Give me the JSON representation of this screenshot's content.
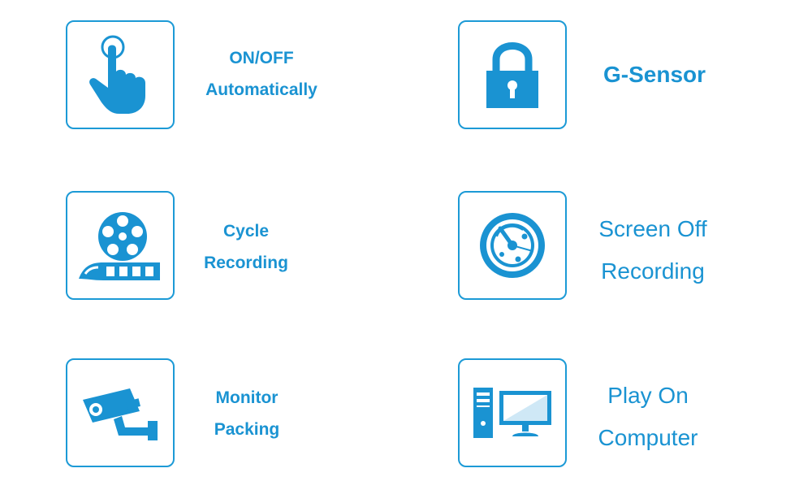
{
  "features": [
    {
      "icon": "touch-finger-icon",
      "label_lines": [
        "ON/OFF",
        "Automatically"
      ]
    },
    {
      "icon": "padlock-icon",
      "label_lines": [
        "G-Sensor"
      ]
    },
    {
      "icon": "film-reel-icon",
      "label_lines": [
        "Cycle",
        "Recording"
      ]
    },
    {
      "icon": "radar-icon",
      "label_lines": [
        "Screen Off",
        "Recording"
      ]
    },
    {
      "icon": "security-camera-icon",
      "label_lines": [
        "Monitor",
        "Packing"
      ]
    },
    {
      "icon": "desktop-computer-icon",
      "label_lines": [
        "Play On",
        "Computer"
      ]
    }
  ],
  "colors": {
    "accent": "#1a93d2",
    "tile_border": "#1c9ad6",
    "background": "#ffffff"
  }
}
